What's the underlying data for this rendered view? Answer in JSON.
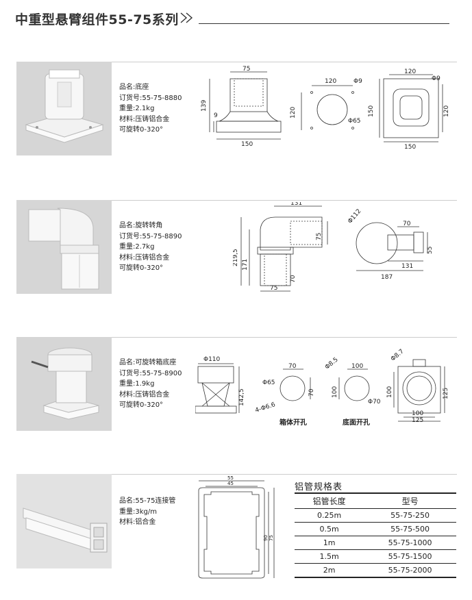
{
  "title": "中重型悬臂组件55-75系列",
  "products": [
    {
      "name": "品名:底座",
      "order": "订货号:55-75-8880",
      "weight": "重量:2.1kg",
      "material": "材料:压铸铝合金",
      "rotate": "可旋转0-320°"
    },
    {
      "name": "品名:旋转转角",
      "order": "订货号:55-75-8890",
      "weight": "重量:2.7kg",
      "material": "材料:压铸铝合金",
      "rotate": "可旋转0-320°"
    },
    {
      "name": "品名:可旋转箱底座",
      "order": "订货号:55-75-8900",
      "weight": "重量:1.9kg",
      "material": "材料:压铸铝合金",
      "rotate": "可旋转0-320°"
    },
    {
      "name": "品名:55-75连接管",
      "weight": "重量:3kg/m",
      "material": "材料:铝合金"
    }
  ],
  "dims1": {
    "a": "75",
    "b": "139",
    "c": "9",
    "d": "150",
    "e": "120",
    "f": "Φ9",
    "g": "120",
    "h": "Φ65",
    "i": "120",
    "j": "Φ9",
    "k": "150",
    "l": "120",
    "m": "150"
  },
  "dims2": {
    "a": "131",
    "b": "75",
    "c": "219,5",
    "d": "171",
    "e": "70",
    "f": "75",
    "g": "Φ112",
    "h": "70",
    "i": "55",
    "j": "131",
    "k": "187"
  },
  "dims3": {
    "a": "Φ110",
    "b": "142,5",
    "c": "70",
    "d": "Φ65",
    "e": "70",
    "f": "4-Φ6.6",
    "g": "Φ8.5",
    "h": "100",
    "i": "100",
    "j": "Φ70",
    "k": "Φ8.7",
    "l": "100",
    "m": "125",
    "n": "100",
    "o": "125"
  },
  "captions": {
    "box_holes": "箱体开孔",
    "base_holes": "底面开孔"
  },
  "dims4": {
    "a": "55",
    "b": "45",
    "c": "90",
    "d": "75"
  },
  "spec": {
    "title": "铝管规格表",
    "headers": [
      "铝管长度",
      "型号"
    ],
    "rows": [
      [
        "0.25m",
        "55-75-250"
      ],
      [
        "0.5m",
        "55-75-500"
      ],
      [
        "1m",
        "55-75-1000"
      ],
      [
        "1.5m",
        "55-75-1500"
      ],
      [
        "2m",
        "55-75-2000"
      ]
    ]
  }
}
